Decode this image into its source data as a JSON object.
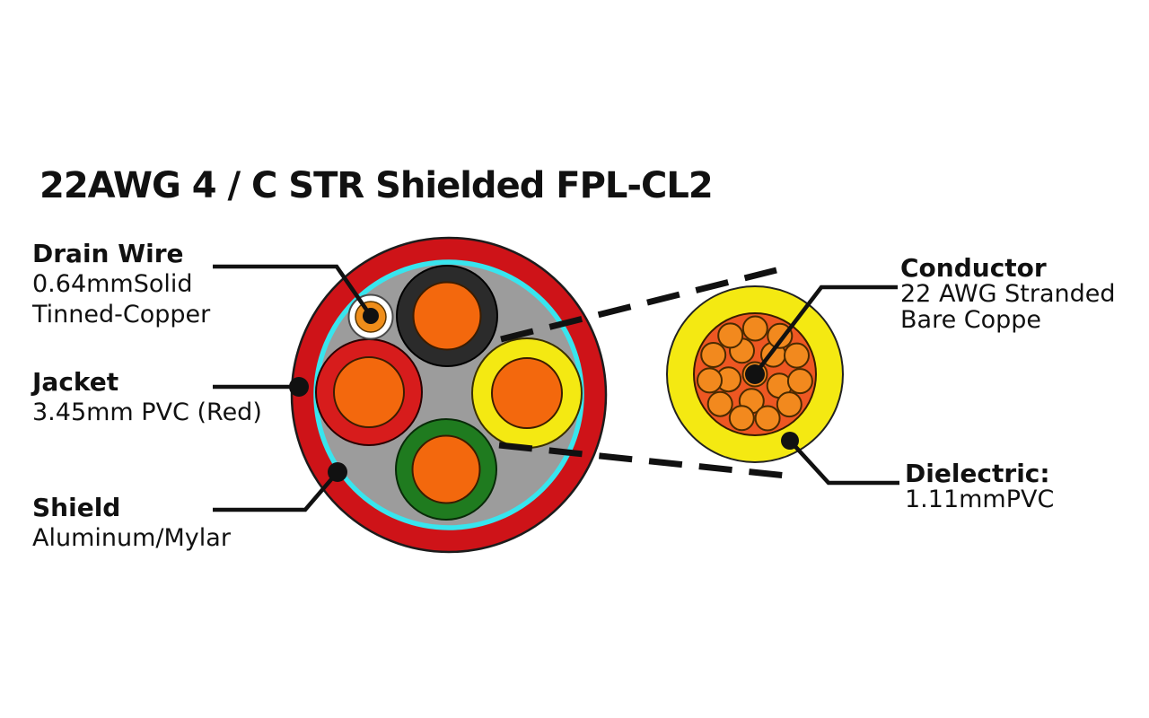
{
  "title": "22AWG 4 / C STR Shielded FPL-CL2",
  "callouts": {
    "drain_wire": {
      "heading": "Drain Wire",
      "line1": "0.64mmSolid",
      "line2": "Tinned-Copper"
    },
    "jacket": {
      "heading": "Jacket",
      "line1": "3.45mm PVC (Red)"
    },
    "shield": {
      "heading": "Shield",
      "line1": "Aluminum/Mylar"
    },
    "conductor": {
      "heading": "Conductor",
      "line1": "22 AWG Stranded",
      "line2": "Bare Coppe"
    },
    "dielectric": {
      "heading": "Dielectric:",
      "line1": "1.11mmPVC"
    }
  },
  "palette": {
    "jacket_red": "#CE1318",
    "conductor_insulation_red": "#D71C1C",
    "shield_cyan": "#38E5EE",
    "filler_gray": "#9C9C9C",
    "conductor_insulation_black": "#2B2B2B",
    "conductor_copper_orange": "#F3680D",
    "zoom_conductor_orange": "#EE5722",
    "strand_orange": "#F2891E",
    "drain_wire_orange": "#EF8D1A",
    "conductor_insulation_yellow": "#F4E912",
    "conductor_insulation_green": "#1F7B1F",
    "line_ink": "#111111",
    "background": "#FFFFFF"
  },
  "zoom_view": {
    "strand_radius": 13.5,
    "strand_rings": [
      {
        "count": 1,
        "radius": 0,
        "phase": 0
      },
      {
        "count": 5,
        "radius": 30,
        "phase": 97
      },
      {
        "count": 11,
        "radius": 51,
        "phase": 74
      }
    ]
  }
}
